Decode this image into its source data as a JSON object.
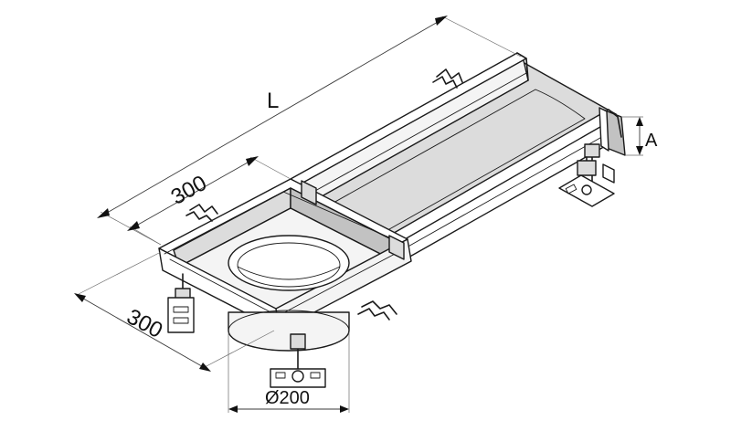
{
  "dimensions": {
    "length_label": "L",
    "width_top_label": "300",
    "width_side_label": "300",
    "diameter_label": "Ø200",
    "height_label": "A"
  }
}
